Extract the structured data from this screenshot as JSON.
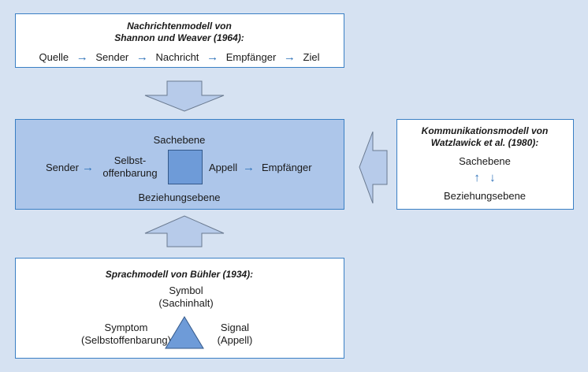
{
  "shannon": {
    "title_line1": "Nachrichtenmodell von",
    "title_line2": "Shannon und Weaver (1964):",
    "chain": [
      "Quelle",
      "Sender",
      "Nachricht",
      "Empfänger",
      "Ziel"
    ]
  },
  "center": {
    "top": "Sachebene",
    "bottom": "Beziehungsebene",
    "sender": "Sender",
    "selbst_line1": "Selbst-",
    "selbst_line2": "offenbarung",
    "appell": "Appell",
    "empfaenger": "Empfänger"
  },
  "watzlawick": {
    "title_line1": "Kommunikationsmodell von",
    "title_line2": "Watzlawick et al. (1980):",
    "sach": "Sachebene",
    "bezieh": "Beziehungsebene",
    "up": "↑",
    "down": "↓"
  },
  "buehler": {
    "title": "Sprachmodell von Bühler (1934):",
    "symbol_line1": "Symbol",
    "symbol_line2": "(Sachinhalt)",
    "symptom_line1": "Symptom",
    "symptom_line2": "(Selbstoffenbarung)",
    "signal_line1": "Signal",
    "signal_line2": "(Appell)"
  },
  "arrow_glyph": "→",
  "colors": {
    "background": "#d6e2f2",
    "border": "#3a7fc4",
    "center_fill": "#adc6ea",
    "shape_fill": "#6e9bd8",
    "arrow_fill": "#b7cbea"
  }
}
